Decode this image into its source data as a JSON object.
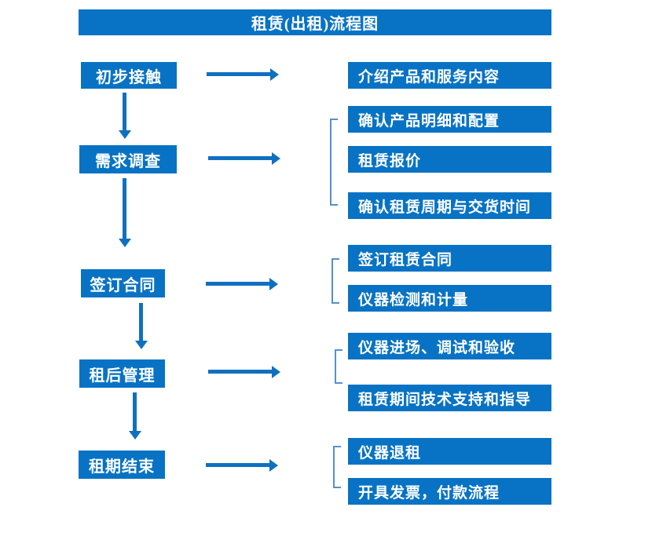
{
  "title": "租赁(出租)流程图",
  "colors": {
    "box_blue": "#0873c4",
    "arrow_blue": "#1070c0",
    "bracket_blue": "#5590d2",
    "text_white": "#ffffff"
  },
  "stages": [
    {
      "label": "初步接触",
      "details": [
        "介绍产品和服务内容"
      ]
    },
    {
      "label": "需求调查",
      "details": [
        "确认产品明细和配置",
        "租赁报价",
        "确认租赁周期与交货时间"
      ]
    },
    {
      "label": "签订合同",
      "details": [
        "签订租赁合同",
        "仪器检测和计量"
      ]
    },
    {
      "label": "租后管理",
      "details": [
        "仪器进场、调试和验收",
        "租赁期间技术支持和指导"
      ]
    },
    {
      "label": "租期结束",
      "details": [
        "仪器退租",
        "开具发票，付款流程"
      ]
    }
  ]
}
